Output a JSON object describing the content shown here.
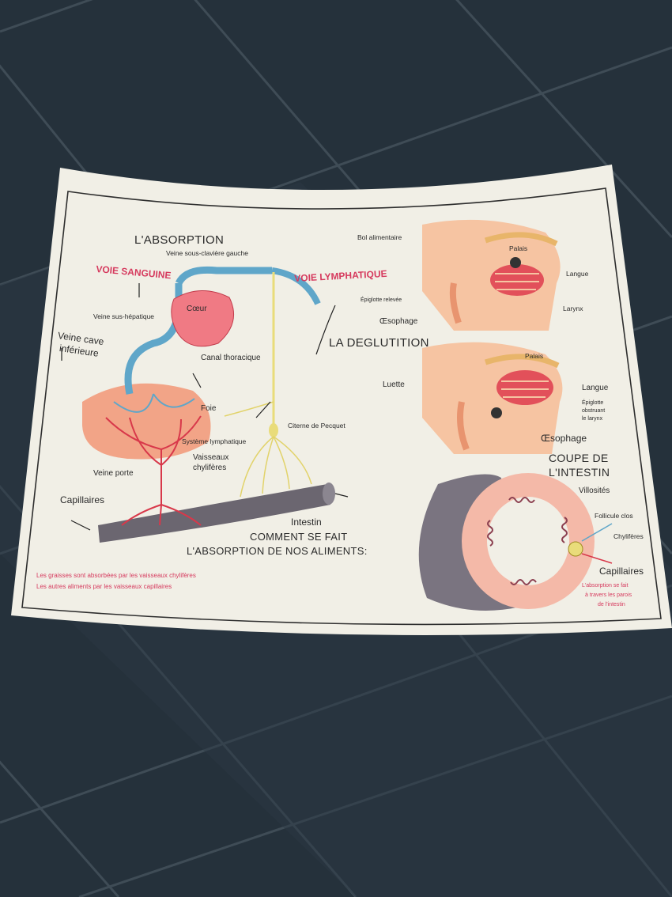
{
  "poster": {
    "absorption": {
      "title": "L'ABSORPTION",
      "vein_subclavian": "Veine sous-clavière gauche",
      "voie_sanguine": "VOIE SANGUINE",
      "voie_lymphatique": "VOIE LYMPHATIQUE",
      "coeur": "Cœur",
      "veine_sus_hepatique": "Veine sus-hépatique",
      "veine_cave": "Veine cave",
      "inferieure": "inférieure",
      "canal_thoracique": "Canal thoracique",
      "foie": "Foie",
      "citerne": "Citerne de Pecquet",
      "systeme_lymphatique": "Système lymphatique",
      "vaisseaux": "Vaisseaux",
      "chyliferes": "chylifères",
      "veine_porte": "Veine porte",
      "capillaires": "Capillaires",
      "intestin": "Intestin",
      "comment_line1": "COMMENT SE FAIT",
      "comment_line2": "L'ABSORPTION DE NOS ALIMENTS:",
      "note_line1": "Les graisses sont absorbées par les vaisseaux chylifères",
      "note_line2": "Les autres aliments par les vaisseaux capillaires"
    },
    "deglutition": {
      "bol": "Bol alimentaire",
      "palais_top": "Palais",
      "langue_top": "Langue",
      "epiglotte_relevee": "Épiglotte relevée",
      "larynx": "Larynx",
      "oesophage_top": "Œsophage",
      "title": "LA DEGLUTITION",
      "palais": "Palais",
      "luette": "Luette",
      "langue": "Langue",
      "epiglotte_line1": "Épiglotte",
      "epiglotte_line2": "obstruant",
      "epiglotte_line3": "le larynx",
      "oesophage": "Œsophage"
    },
    "intestin_section": {
      "title_line1": "COUPE DE",
      "title_line2": "L'INTESTIN",
      "villosites": "Villosités",
      "follicule": "Follicule clos",
      "chyliferes": "Chylifères",
      "capillaires": "Capillaires",
      "note_line1": "L'absorption se fait",
      "note_line2": "à travers les parois",
      "note_line3": "de l'intestin"
    }
  },
  "colors": {
    "floor_tile": "#25313b",
    "grout": "#3f4c56",
    "paper": "#f1efe6",
    "border": "#2e2e2e",
    "blood_red": "#d8384a",
    "vein_blue": "#5fa6c9",
    "liver": "#f2a487",
    "lymph_yellow": "#e9dc7a",
    "intestine_grey": "#6b6670",
    "pink_label": "#d63a5e"
  }
}
